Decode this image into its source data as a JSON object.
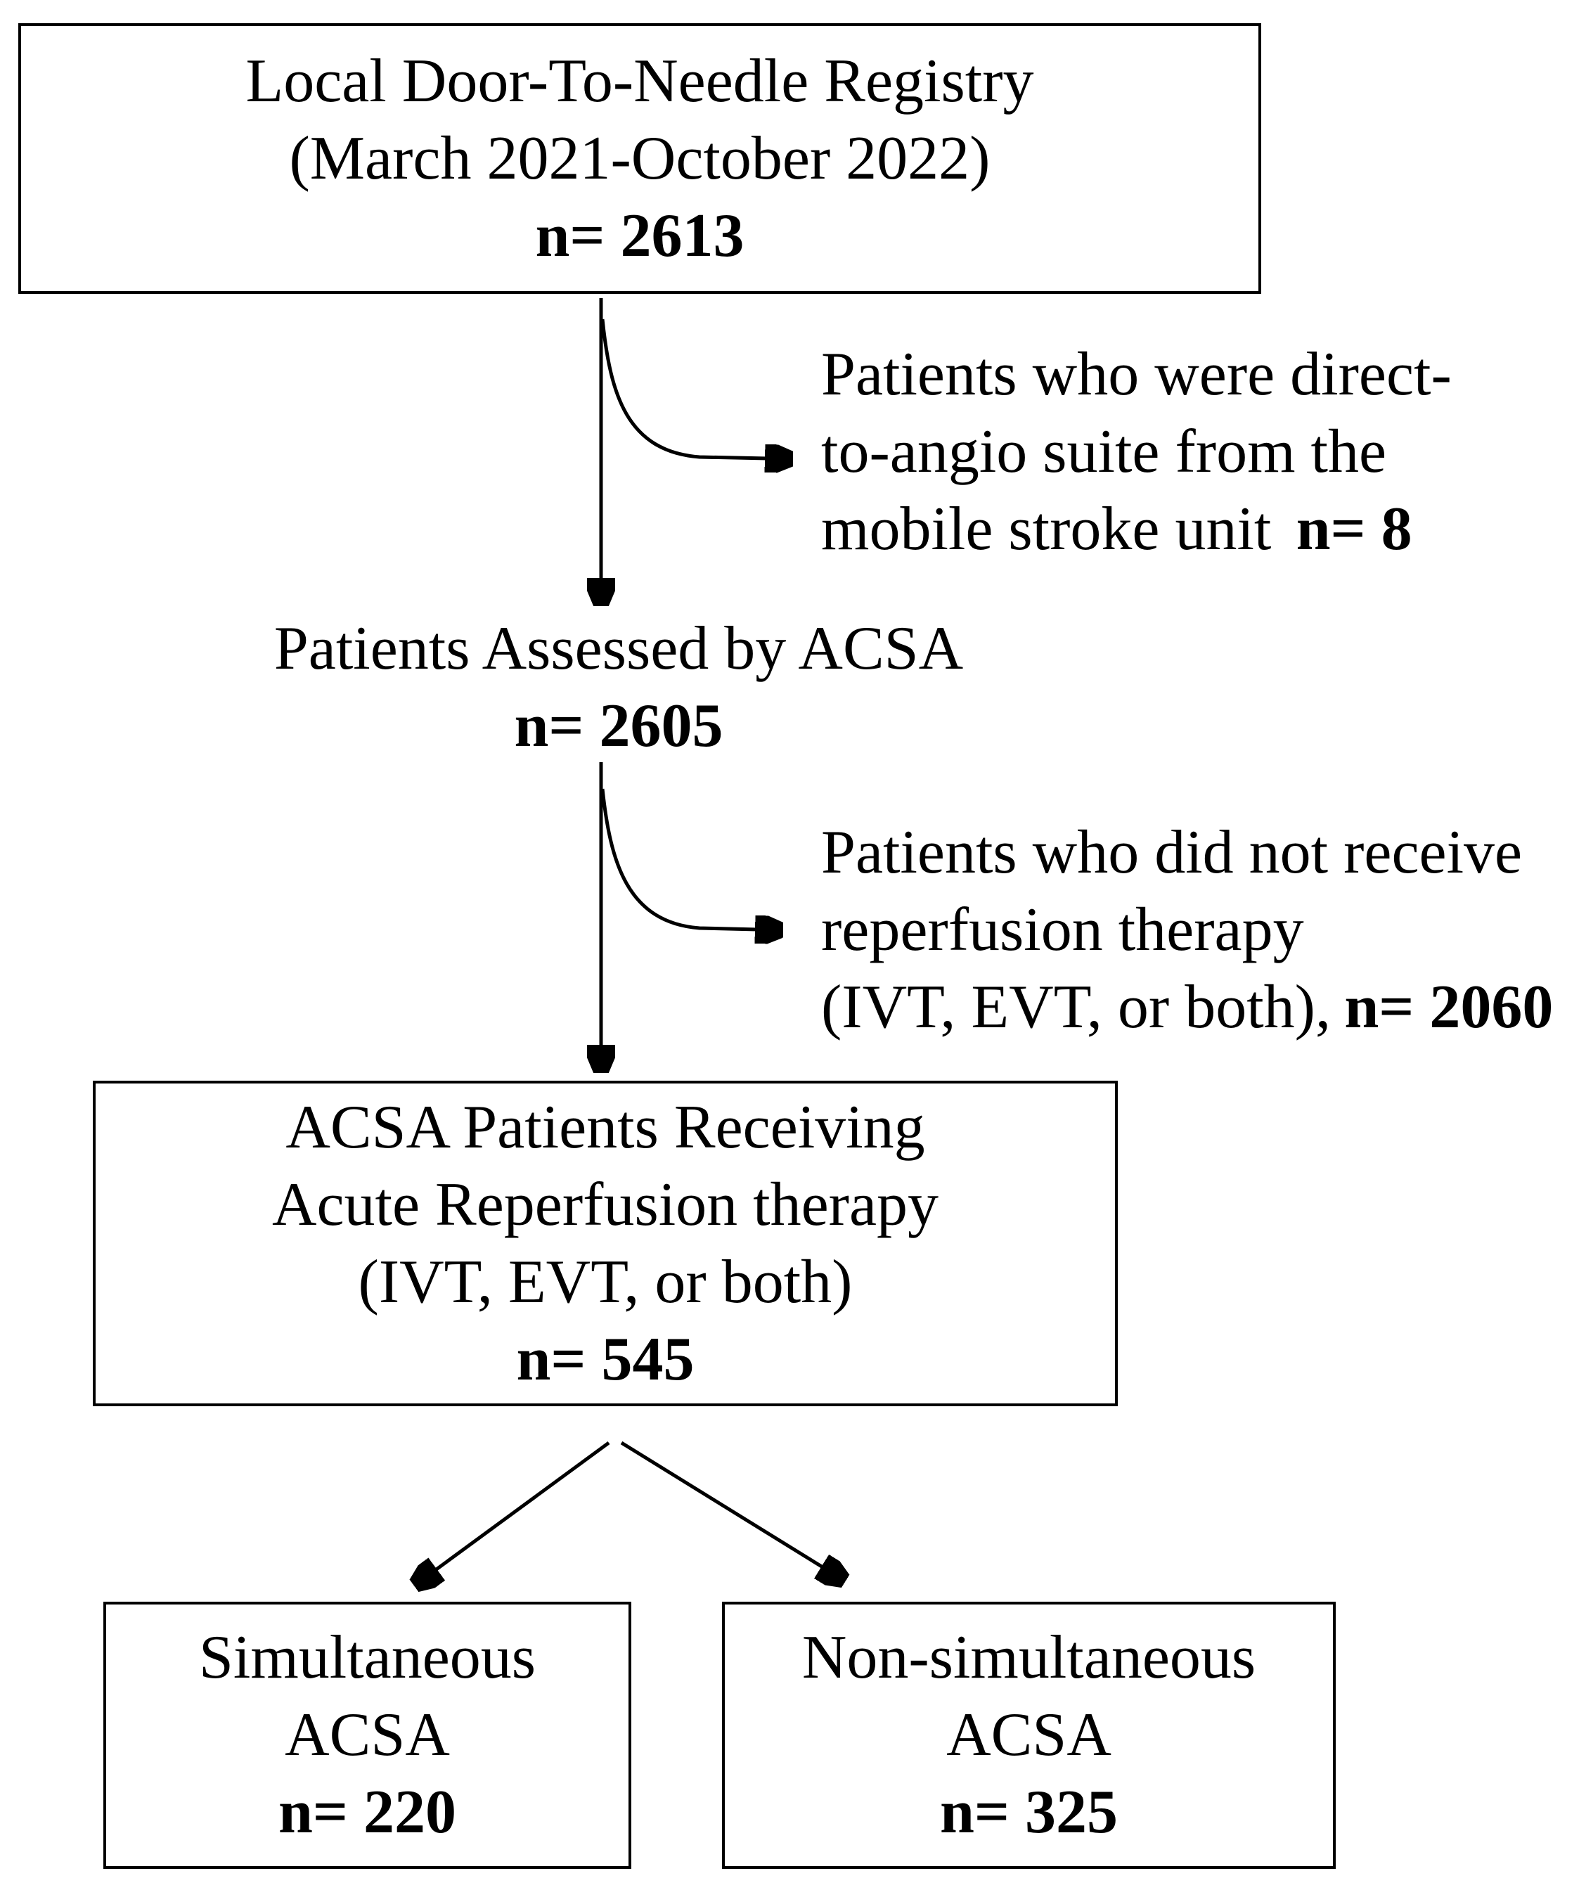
{
  "diagram": {
    "registry": {
      "line1": "Local Door-To-Needle Registry",
      "line2": "(March 2021-October 2022)",
      "n": "n= 2613"
    },
    "exclusion_direct_to_angio": {
      "line1": "Patients who were direct-",
      "line2": "to-angio suite from the",
      "line3": "mobile stroke unit",
      "n": "n= 8"
    },
    "assessed": {
      "line1": "Patients Assessed by ACSA",
      "n": "n= 2605"
    },
    "exclusion_no_reperfusion": {
      "line1": "Patients who did not receive",
      "line2": "reperfusion therapy",
      "line3": "(IVT, EVT, or both),",
      "n": "n= 2060"
    },
    "reperfusion": {
      "line1": "ACSA Patients Receiving",
      "line2": "Acute Reperfusion therapy",
      "line3": "(IVT, EVT, or both)",
      "n": "n= 545"
    },
    "simultaneous": {
      "line1": "Simultaneous",
      "line2": "ACSA",
      "n": "n= 220"
    },
    "non_simultaneous": {
      "line1": "Non-simultaneous",
      "line2": "ACSA",
      "n": "n= 325"
    },
    "colors": {
      "line": "#000000",
      "background": "#ffffff",
      "text": "#000000"
    }
  }
}
